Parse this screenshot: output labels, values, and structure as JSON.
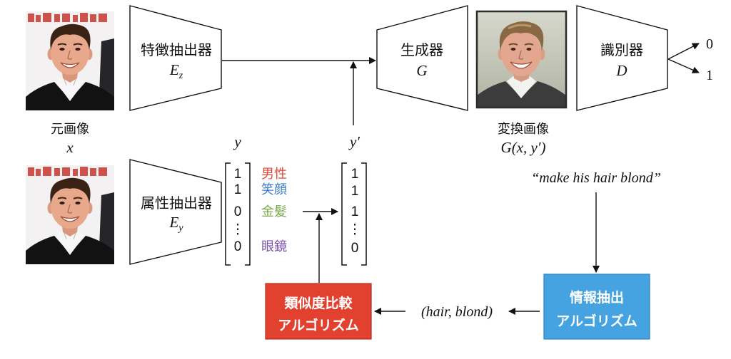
{
  "encoder_z": {
    "label": "特徴抽出器",
    "symbol": "E",
    "subscript": "z"
  },
  "source_image": {
    "caption": "元画像",
    "symbol": "x"
  },
  "generator": {
    "label": "生成器",
    "symbol": "G"
  },
  "output_image": {
    "caption": "変換画像",
    "symbol": "G(x, y′)"
  },
  "discriminator": {
    "label": "識別器",
    "symbol": "D",
    "outputs": [
      "0",
      "1"
    ]
  },
  "encoder_y": {
    "label": "属性抽出器",
    "symbol": "E",
    "subscript": "y"
  },
  "attr_vector": {
    "label": "y",
    "values": [
      "1",
      "1",
      "0",
      "⋮",
      "0"
    ]
  },
  "edited_vector": {
    "label": "y′",
    "values": [
      "1",
      "1",
      "1",
      "⋮",
      "0"
    ]
  },
  "attributes": [
    {
      "label": "男性",
      "color": "#e2483a"
    },
    {
      "label": "笑顔",
      "color": "#3a7bc8"
    },
    {
      "label": "金髪",
      "color": "#7aa84b"
    },
    {
      "label": "眼鏡",
      "color": "#7b52aa"
    }
  ],
  "similarity": {
    "line1": "類似度比較",
    "line2": "アルゴリズム",
    "color": "#e2412f"
  },
  "extraction": {
    "line1": "情報抽出",
    "line2": "アルゴリズム",
    "color": "#44a3e0"
  },
  "instruction": "“make his hair blond”",
  "extracted_pair": "(hair, blond)"
}
